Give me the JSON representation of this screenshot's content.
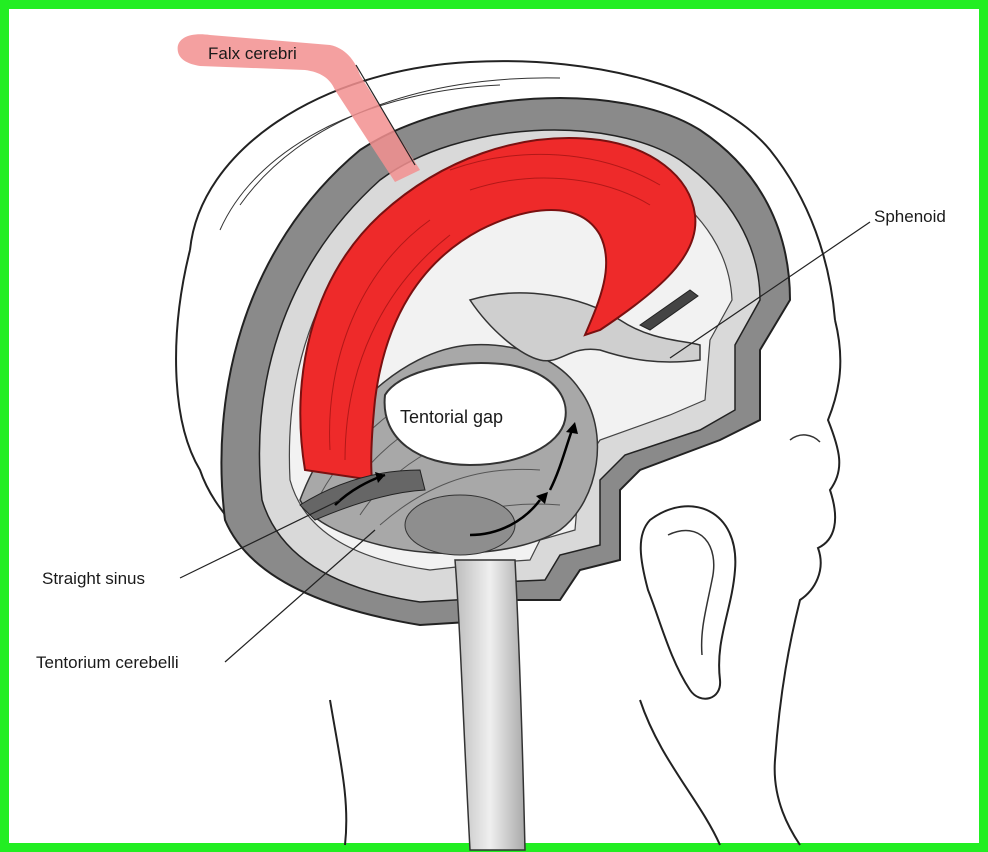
{
  "labels": {
    "falx_cerebri": "Falx cerebri",
    "sphenoid": "Sphenoid",
    "tentorial_gap": "Tentorial gap",
    "straight_sinus": "Straight sinus",
    "tentorium_cerebelli": "Tentorium cerebelli"
  },
  "colors": {
    "frame": "#22ee22",
    "falx": "#ee2a2a",
    "falx_highlight": "#f28f8f",
    "skull": "#7a7a7a",
    "dura": "#b8b8b8"
  }
}
